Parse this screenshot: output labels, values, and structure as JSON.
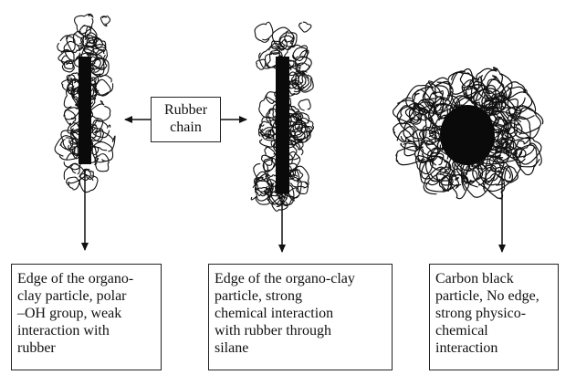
{
  "rubber_chain_label": [
    "Rubber",
    "chain"
  ],
  "captions": {
    "left": [
      "Edge of the organo-",
      "clay particle, polar",
      "–OH group, weak",
      "interaction with",
      "rubber"
    ],
    "middle": [
      "Edge of the organo-clay",
      "particle, strong",
      "chemical interaction",
      "with rubber through",
      "silane"
    ],
    "right": [
      "Carbon black",
      "particle, No edge,",
      "strong physico-",
      "chemical",
      "interaction"
    ]
  },
  "colors": {
    "ink": "#111111",
    "particle": "#0a0a0a",
    "background": "#ffffff"
  }
}
